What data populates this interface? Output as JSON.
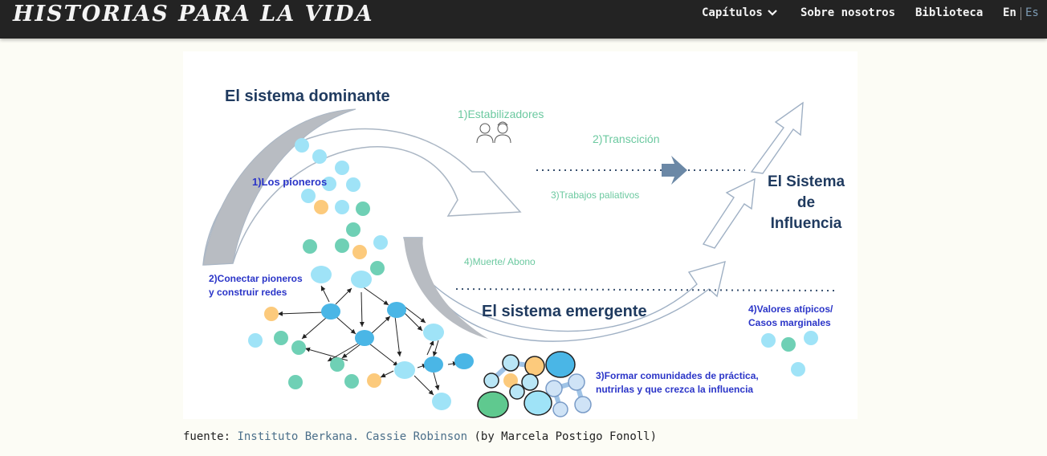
{
  "header": {
    "logo_text": "HISTORIAS PARA LA VIDA",
    "nav": {
      "chapters": "Capítulos",
      "about": "Sobre nosotros",
      "library": "Biblioteca",
      "lang_en": "En",
      "lang_es": "Es"
    }
  },
  "diagram": {
    "title_dominant": "El sistema dominante",
    "title_emergent": "El sistema emergente",
    "title_influence": [
      "El Sistema",
      "de",
      "Influencia"
    ],
    "stabilizers": "1)Estabilizadores",
    "transition": "2)Transcición",
    "palliative": "3)Trabajos paliativos",
    "death": "4)Muerte/ Abono",
    "pioneers": "1)Los pioneros",
    "connect": [
      "2)Conectar pioneros",
      "y construir redes"
    ],
    "communities": [
      "3)Formar comunidades de práctica,",
      "nutrirlas y que crezca la influencia"
    ],
    "outliers": [
      "4)Valores atípicos/",
      "Casos marginales"
    ],
    "colors": {
      "navy": "#1f3a5f",
      "blue_label": "#2b35c8",
      "green_label": "#6cc9a0",
      "light_blue": "#9fe3f7",
      "teal": "#6fd0b5",
      "orange": "#fcca7c",
      "mid_blue": "#4ab6e6"
    }
  },
  "caption": {
    "prefix": "fuente:",
    "source": "Instituto Berkana. Cassie Robinson",
    "suffix": "(by Marcela Postigo Fonoll)"
  }
}
